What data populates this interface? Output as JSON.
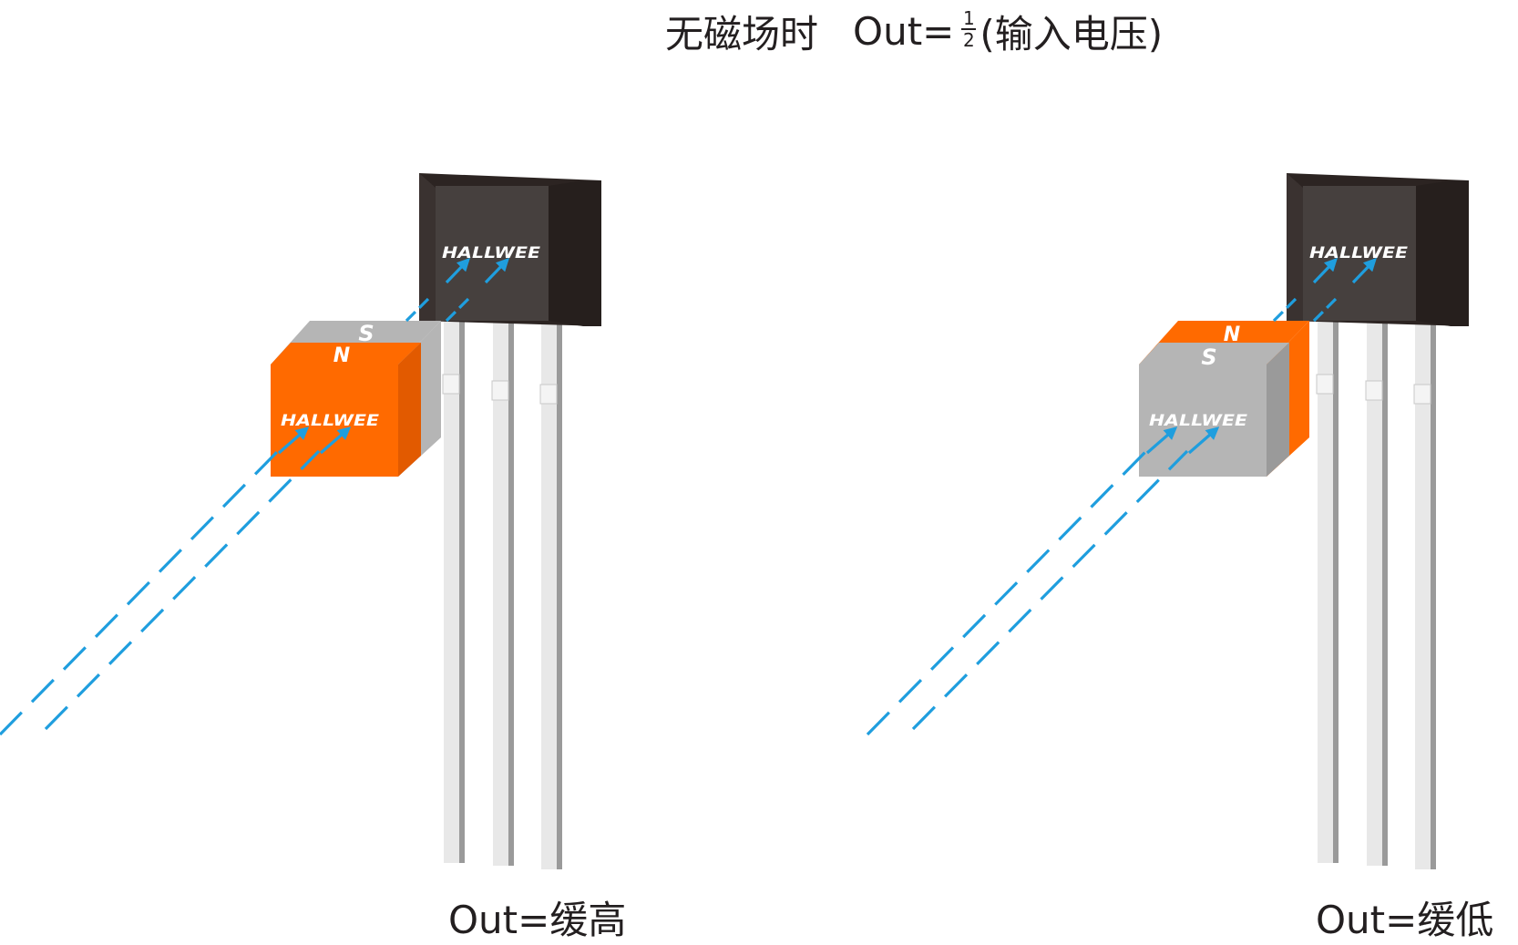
{
  "title": {
    "condition": "无磁场时",
    "out_prefix": "Out=",
    "fraction_numerator": "1",
    "fraction_denominator": "2",
    "suffix": "(输入电压)"
  },
  "panels": [
    {
      "id": "left",
      "front_pole": "N",
      "top_pole": "S",
      "magnet_logo": "HALLWEE",
      "sensor_logo": "HALLWEE",
      "output_label": "Out=缓高"
    },
    {
      "id": "right",
      "front_pole": "S",
      "top_pole": "N",
      "magnet_logo": "HALLWEE",
      "sensor_logo": "HALLWEE",
      "output_label": "Out=缓低"
    }
  ],
  "colors": {
    "north": "#ff6a00",
    "north_side": "#e25a00",
    "south": "#b5b5b5",
    "south_side": "#9a9a9a",
    "sensor_front": "#46403e",
    "sensor_body": "#2c2422",
    "field_lines": "#1f9ede",
    "text": "#231f20",
    "lead": "#e8e8e8",
    "lead_edge": "#9a9a9a"
  }
}
